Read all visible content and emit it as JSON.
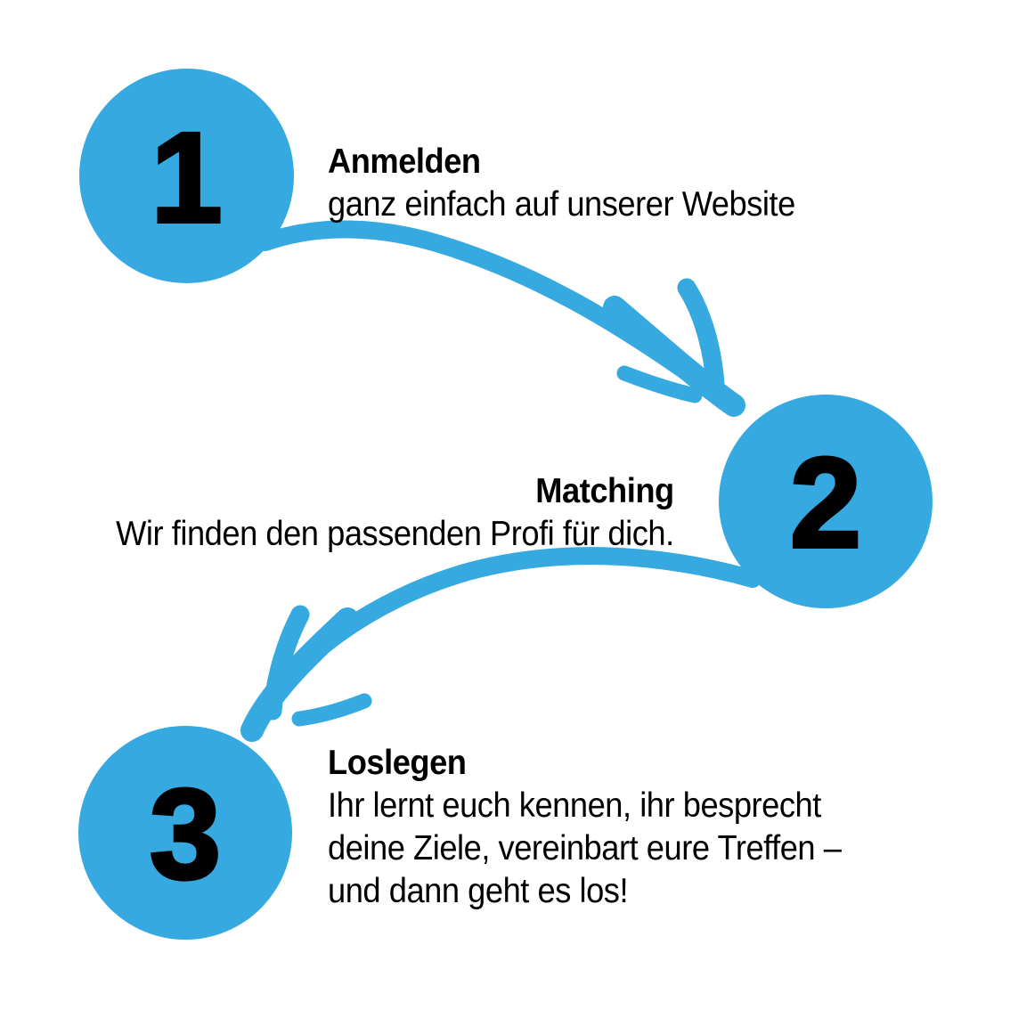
{
  "colors": {
    "background": "#ffffff",
    "accent_blue": "#36a9e1",
    "text_black": "#000000"
  },
  "steps": [
    {
      "number": "1",
      "title": "Anmelden",
      "lines": [
        "ganz einfach auf unserer Website"
      ]
    },
    {
      "number": "2",
      "title": "Matching",
      "lines": [
        "Wir finden den passenden Profi für dich."
      ]
    },
    {
      "number": "3",
      "title": "Loslegen",
      "lines": [
        "Ihr lernt euch kennen, ihr besprecht",
        "deine Ziele, vereinbart eure Treffen –",
        "und dann geht es los!"
      ]
    }
  ]
}
